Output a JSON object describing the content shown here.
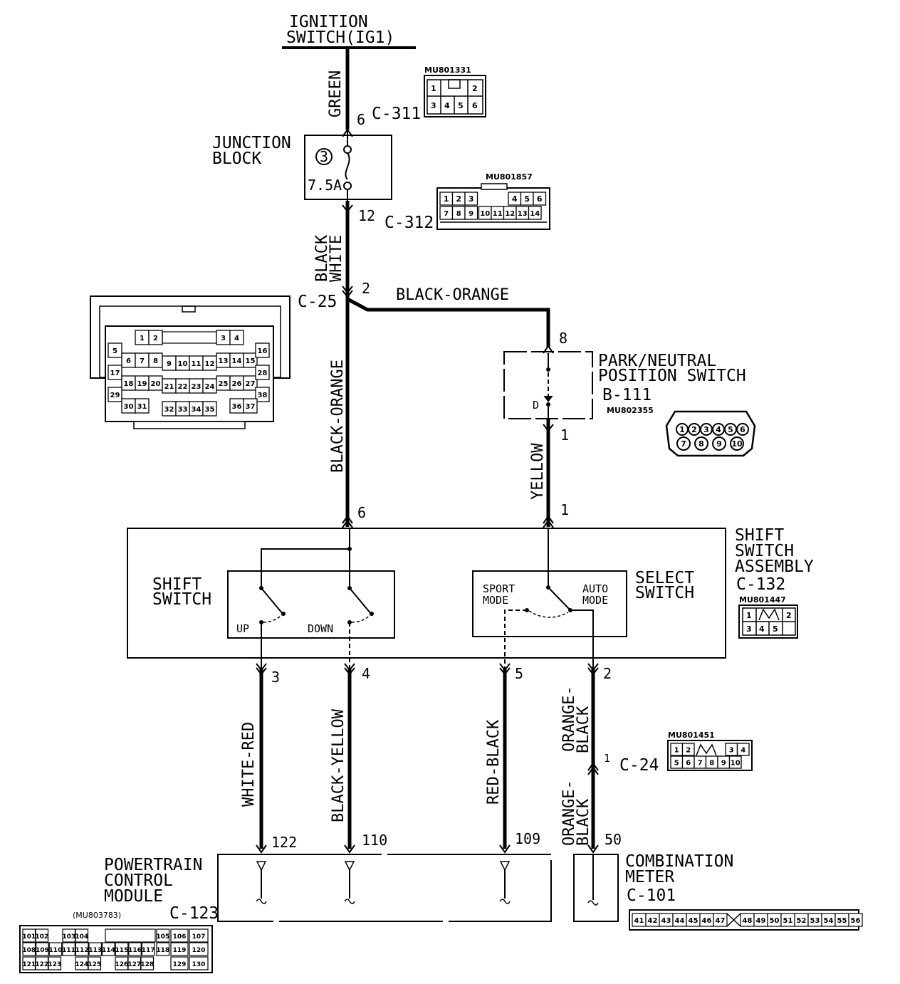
{
  "ignition": {
    "line1": "IGNITION",
    "line2": "SWITCH(IG1)"
  },
  "junction_block": {
    "line1": "JUNCTION",
    "line2": "BLOCK",
    "fuse_number": "3",
    "fuse_rating": "7.5A"
  },
  "connectors": {
    "c311": {
      "label": "C-311",
      "pin": "6",
      "part": "MU801331",
      "cells": [
        "1",
        "2",
        "3",
        "4",
        "5",
        "6"
      ]
    },
    "c312": {
      "label": "C-312",
      "pin": "12",
      "part": "MU801857",
      "cells": [
        "1",
        "2",
        "3",
        "4",
        "5",
        "6",
        "7",
        "8",
        "9",
        "10",
        "11",
        "12",
        "13",
        "14"
      ]
    },
    "c25": {
      "label": "C-25",
      "pin": "2",
      "cells": [
        "1",
        "2",
        "3",
        "4",
        "5",
        "6",
        "7",
        "8",
        "9",
        "10",
        "11",
        "12",
        "13",
        "14",
        "15",
        "16",
        "17",
        "18",
        "19",
        "20",
        "21",
        "22",
        "23",
        "24",
        "25",
        "26",
        "27",
        "28",
        "29",
        "30",
        "31",
        "32",
        "33",
        "34",
        "35",
        "36",
        "37",
        "38"
      ]
    },
    "b111": {
      "label": "B-111",
      "pin_in": "8",
      "pin_out": "1",
      "part": "MU802355",
      "cells": [
        "1",
        "2",
        "3",
        "4",
        "5",
        "6",
        "7",
        "8",
        "9",
        "10"
      ]
    },
    "c132": {
      "label": "C-132",
      "part": "MU801447",
      "cells": [
        "1",
        "2",
        "3",
        "4",
        "5"
      ]
    },
    "c24": {
      "label": "C-24",
      "pin": "1",
      "part": "MU801451",
      "cells": [
        "1",
        "2",
        "3",
        "4",
        "5",
        "6",
        "7",
        "8",
        "9",
        "10"
      ]
    },
    "c123": {
      "label": "C-123",
      "part": "(MU803783)",
      "cells": [
        "101",
        "102",
        "103",
        "104",
        "105",
        "106",
        "107",
        "108",
        "109",
        "110",
        "111",
        "112",
        "113",
        "114",
        "115",
        "116",
        "117",
        "118",
        "119",
        "120",
        "121",
        "122",
        "123",
        "124",
        "125",
        "126",
        "127",
        "128",
        "129",
        "130"
      ]
    },
    "c101": {
      "label": "C-101",
      "cells": [
        "41",
        "42",
        "43",
        "44",
        "45",
        "46",
        "47",
        "48",
        "49",
        "50",
        "51",
        "52",
        "53",
        "54",
        "55",
        "56"
      ]
    }
  },
  "wires": {
    "green": "GREEN",
    "black_white_1": "BLACK",
    "black_white_2": "WHITE",
    "black_orange_h": "BLACK-ORANGE",
    "black_orange_v": "BLACK-ORANGE",
    "yellow": "YELLOW",
    "white_red": "WHITE-RED",
    "black_yellow": "BLACK-YELLOW",
    "red_black": "RED-BLACK",
    "orange_black_a1": "ORANGE-",
    "orange_black_a2": "BLACK",
    "orange_black_b1": "ORANGE-",
    "orange_black_b2": "BLACK"
  },
  "park_neutral": {
    "line1": "PARK/NEUTRAL",
    "line2": "POSITION SWITCH",
    "d_label": "D"
  },
  "shift_assembly": {
    "line1": "SHIFT",
    "line2": "SWITCH",
    "line3": "ASSEMBLY",
    "pin_6": "6",
    "pin_1": "1",
    "shift_switch_1": "SHIFT",
    "shift_switch_2": "SWITCH",
    "up": "UP",
    "down": "DOWN",
    "select_1": "SELECT",
    "select_2": "SWITCH",
    "sport_1": "SPORT",
    "sport_2": "MODE",
    "auto_1": "AUTO",
    "auto_2": "MODE",
    "out_pins": [
      "3",
      "4",
      "5",
      "2"
    ]
  },
  "pcm": {
    "line1": "POWERTRAIN",
    "line2": "CONTROL",
    "line3": "MODULE",
    "pins": [
      "122",
      "110",
      "109"
    ]
  },
  "combination_meter": {
    "line1": "COMBINATION",
    "line2": "METER",
    "pin": "50"
  }
}
